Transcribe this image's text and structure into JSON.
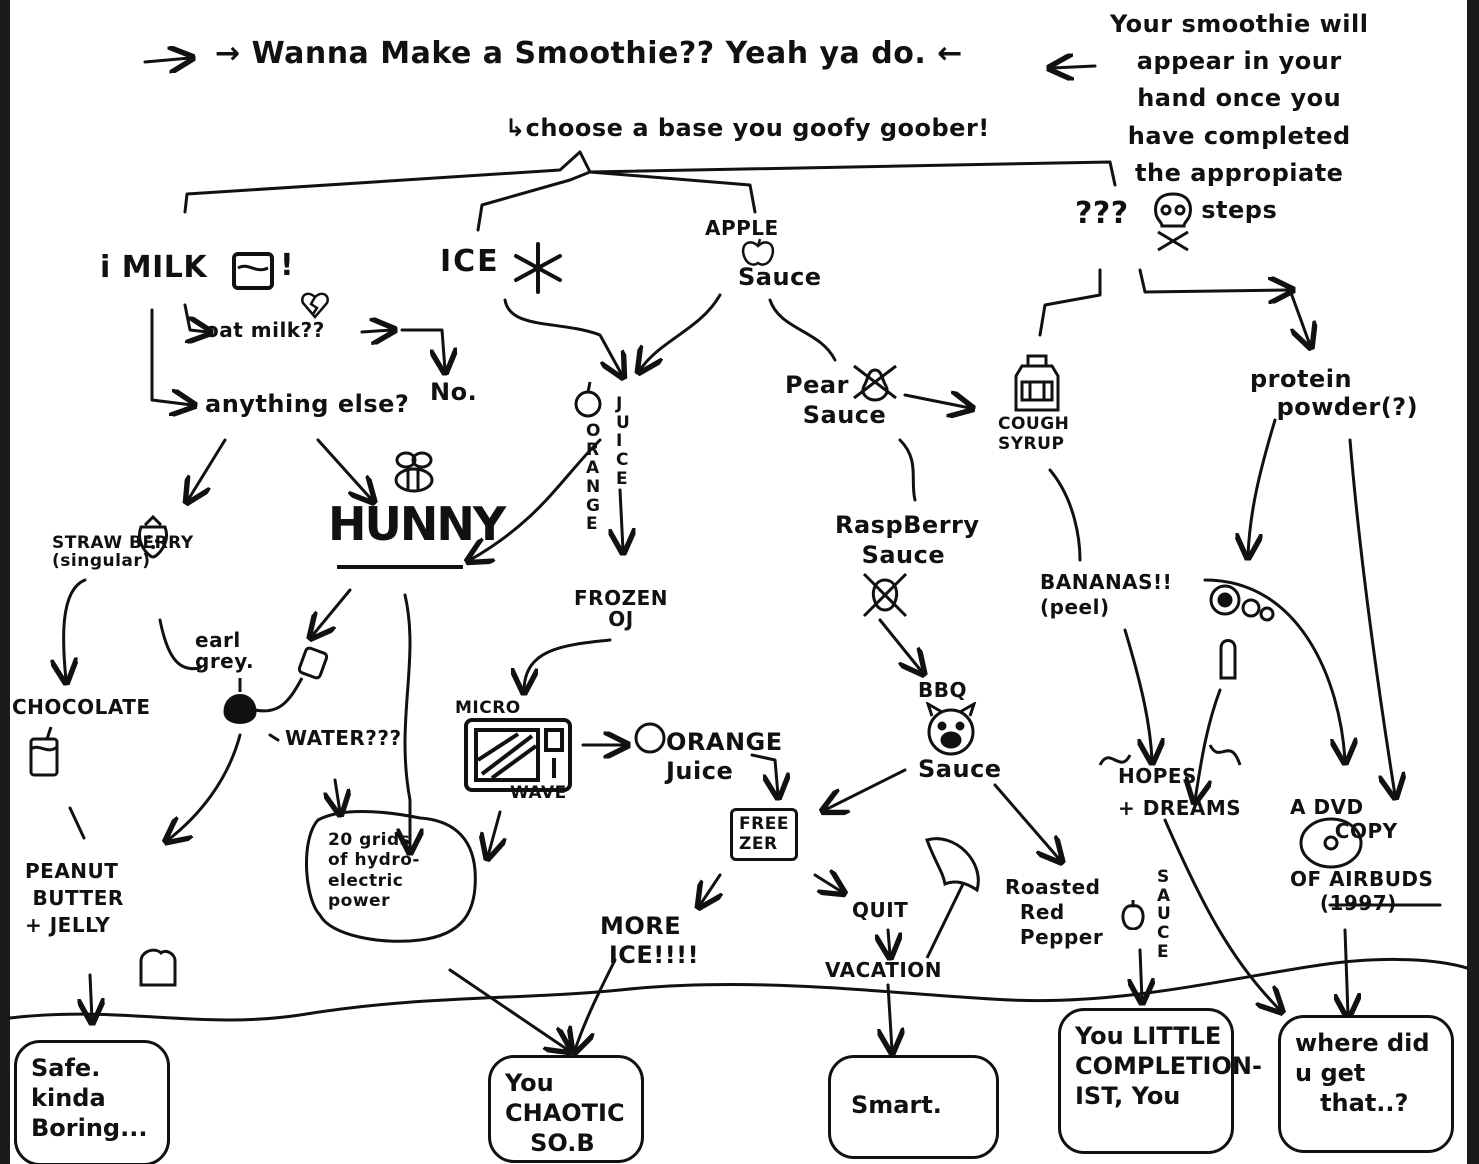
{
  "header": {
    "title": "→ Wanna Make a Smoothie?? Yeah ya do. ←",
    "subtitle": "↳choose a base you goofy goober!",
    "side_note": "Your smoothie will\nappear in your\nhand once you\nhave completed\nthe appropiate\nsteps"
  },
  "bases": {
    "milk": "i MILK",
    "milk_excl": "!",
    "ice": "ICE",
    "apple_sauce_top": "APPLE",
    "apple_sauce_bottom": "Sauce",
    "mystery": "???"
  },
  "nodes": {
    "oat_milk": "oat milk??",
    "no": "No.",
    "anything_else": "anything else?",
    "strawberry": "STRAW BERRY\n(singular)",
    "honey": "HUNNY",
    "orange_juice_vertical_left": "ORANGE",
    "orange_juice_vertical_right": "JUICE",
    "frozen_oj": "FROZEN\nOJ",
    "pear_sauce": "Pear\n  Sauce",
    "raspberry_sauce": "RaspBerry\n   Sauce",
    "bbq_sauce": "BBQ",
    "bbq_sauce_bottom": "Sauce",
    "cough_syrup": "COUGH\nSYRUP",
    "protein_powder": "protein\n   powder(?)",
    "earl_grey": "earl\ngrey.",
    "chocolate": "CHOCOLATE",
    "water": "WATER???",
    "microwave_top": "MICRO",
    "microwave_bottom": "WAVE",
    "orange_juice": "ORANGE\nJuice",
    "freezer": "FREE\nZER",
    "bananas": "BANANAS!!\n(peel)",
    "hydro": "20 grids\nof hydro-\nelectric\npower",
    "peanut_butter": "PEANUT\n BUTTER\n+ JELLY",
    "more_ice": "MORE\n ICE!!!!",
    "quit": "QUIT",
    "vacation": "VACATION",
    "roasted_red_pepper": "Roasted\n  Red\n  Pepper",
    "sauce_vertical": "SAUCE",
    "hopes": "HOPES\n+ DREAMS",
    "dvd": "A DVD\n      COPY\n\nOF AIRBUDS\n    (1997)"
  },
  "endings": {
    "safe": "Safe.\nkinda\nBoring...",
    "chaotic": "You\nCHAOTIC\n   SO.B",
    "smart": "Smart.",
    "completionist": "You LITTLE\nCOMPLETION-\nIST, You",
    "where": "where did\nu get\n   that..?"
  },
  "icons": [
    "milk-carton-icon",
    "broken-heart-icon",
    "snowflake-icon",
    "apple-icon",
    "skull-crossbones-icon",
    "bee-icon",
    "strawberry-icon",
    "orange-icon",
    "pear-crossed-icon",
    "cough-syrup-bottle-icon",
    "tea-bag-icon",
    "chocolate-milk-icon",
    "microwave-icon",
    "orange-icon",
    "raspberry-crossed-icon",
    "pig-icon",
    "bitten-sandwich-icon",
    "rain-cloud-icon",
    "umbrella-icon",
    "pepper-icon",
    "eyeball-icon",
    "dvd-disc-icon"
  ],
  "colors": {
    "ink": "#111111",
    "paper": "#ffffff",
    "frame": "#1b1b1b"
  }
}
